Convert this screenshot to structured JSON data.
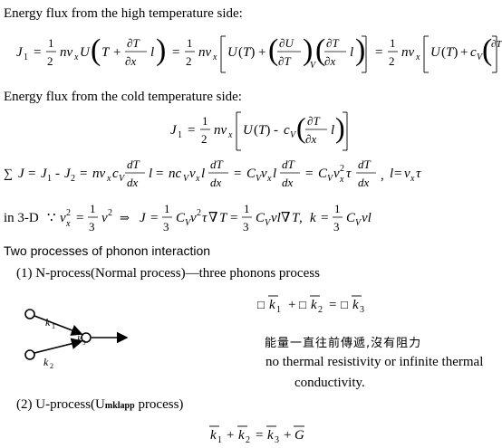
{
  "heading_hot": "Energy flux from the high temperature side:",
  "heading_cold": "Energy flux from the cold temperature side:",
  "phonon_heading": "Two processes of phonon interaction",
  "n_process_label": "(1) N-process(Normal process)—three phonons process",
  "u_process_label": "(2) U-process(U",
  "u_process_sub": "mklapp",
  "u_process_tail": " process)",
  "n_process_note_zh": "能量一直往前傳遞,沒有阻力",
  "n_process_note_en1": "no thermal resistivity or infinite thermal",
  "n_process_note_en2": "conductivity.",
  "eq_3d_prefix": "in 3-D",
  "diagram": {
    "k1": "k",
    "k1_sub": "1",
    "k2": "k",
    "k2_sub": "2",
    "k3": "k",
    "k3_sub": "3"
  },
  "n_eq": {
    "box": "□",
    "k": "k",
    "s1": "1",
    "s2": "2",
    "s3": "3"
  },
  "u_eq": {
    "k": "k",
    "s1": "1",
    "s2": "2",
    "s3": "3",
    "G": "G"
  }
}
